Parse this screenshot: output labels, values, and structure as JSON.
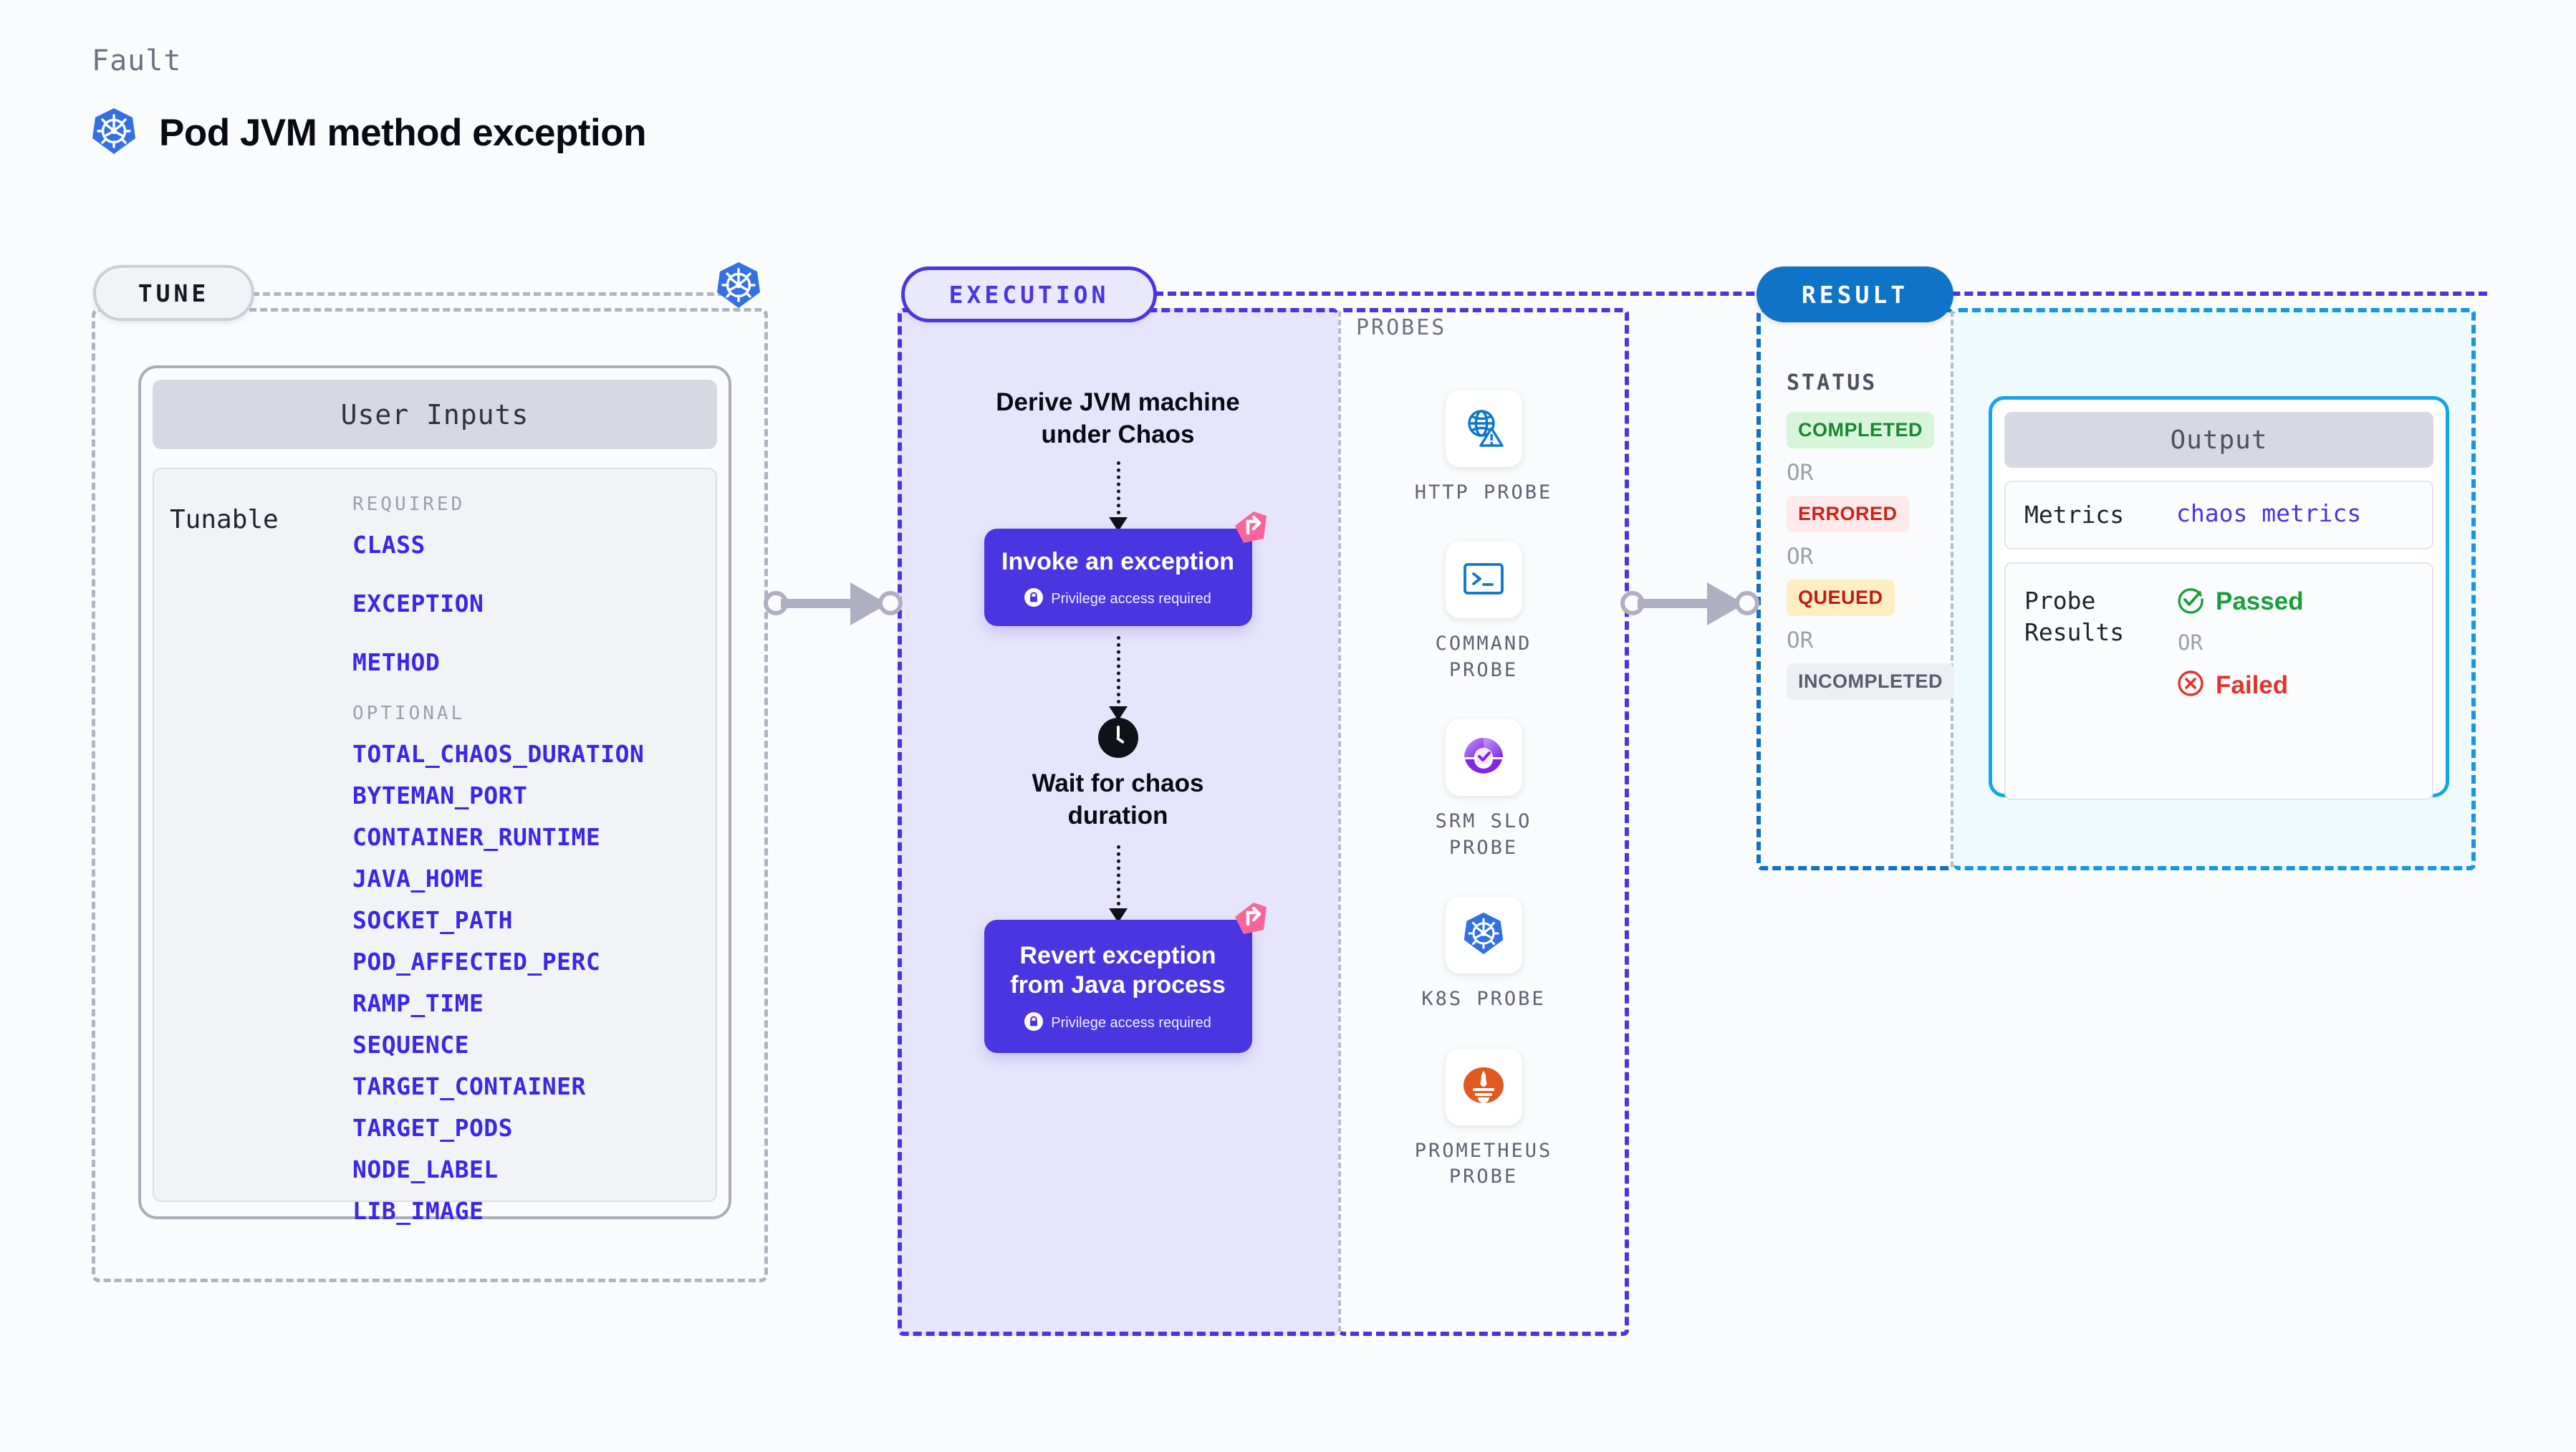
{
  "header": {
    "kicker": "Fault",
    "title": "Pod JVM method exception",
    "icon": "kubernetes-icon"
  },
  "tune": {
    "pill_label": "TUNE",
    "badge_icon": "kubernetes-icon",
    "card_title": "User Inputs",
    "row_label": "Tunable",
    "required_heading": "REQUIRED",
    "required": [
      "CLASS",
      "EXCEPTION",
      "METHOD"
    ],
    "optional_heading": "OPTIONAL",
    "optional": [
      "TOTAL_CHAOS_DURATION",
      "BYTEMAN_PORT",
      "CONTAINER_RUNTIME",
      "JAVA_HOME",
      "SOCKET_PATH",
      "POD_AFFECTED_PERC",
      "RAMP_TIME",
      "SEQUENCE",
      "TARGET_CONTAINER",
      "TARGET_PODS",
      "NODE_LABEL",
      "LIB_IMAGE"
    ]
  },
  "execution": {
    "pill_label": "EXECUTION",
    "steps": [
      {
        "type": "text",
        "label": "Derive JVM machine under Chaos"
      },
      {
        "type": "action",
        "label": "Invoke an exception",
        "privilege_note": "Privilege access required",
        "badge_icon": "harness-bookmark-icon",
        "lock_icon": "lock-icon"
      },
      {
        "type": "wait",
        "label": "Wait for chaos duration",
        "icon": "clock-icon"
      },
      {
        "type": "action",
        "label": "Revert exception from Java process",
        "privilege_note": "Privilege access required",
        "badge_icon": "harness-bookmark-icon",
        "lock_icon": "lock-icon"
      }
    ]
  },
  "probes": {
    "heading": "PROBES",
    "items": [
      {
        "label": "HTTP PROBE",
        "icon": "globe-warning-icon"
      },
      {
        "label": "COMMAND PROBE",
        "icon": "terminal-icon"
      },
      {
        "label": "SRM SLO PROBE",
        "icon": "srm-slo-icon"
      },
      {
        "label": "K8S PROBE",
        "icon": "kubernetes-icon"
      },
      {
        "label": "PROMETHEUS PROBE",
        "icon": "prometheus-icon"
      }
    ]
  },
  "result": {
    "pill_label": "RESULT",
    "status_heading": "STATUS",
    "or_label": "OR",
    "statuses": [
      {
        "label": "COMPLETED",
        "bg": "#d8f5dc",
        "fg": "#19872f"
      },
      {
        "label": "ERRORED",
        "bg": "#fdeaea",
        "fg": "#cf2119"
      },
      {
        "label": "QUEUED",
        "bg": "#fdeec2",
        "fg": "#c21b12"
      },
      {
        "label": "INCOMPLETED",
        "bg": "#eeeff4",
        "fg": "#565d6d"
      }
    ]
  },
  "output": {
    "card_title": "Output",
    "metrics_key": "Metrics",
    "metrics_value": "chaos metrics",
    "probe_results_key": "Probe Results",
    "or_label": "OR",
    "passed_label": "Passed",
    "failed_label": "Failed",
    "passed_icon": "check-circle-icon",
    "failed_icon": "x-circle-icon"
  },
  "connectors": [
    {
      "name": "tune-to-execution",
      "icon": "arrow-right-icon"
    },
    {
      "name": "probes-to-result",
      "icon": "arrow-right-icon"
    }
  ],
  "colors": {
    "accent_purple": "#4b35e0",
    "accent_blue": "#0f74c8",
    "accent_cyan": "#14a5e4",
    "k8s_blue": "#3371e3",
    "pink_badge": "#f9659a",
    "param_link": "#3b27e8"
  }
}
